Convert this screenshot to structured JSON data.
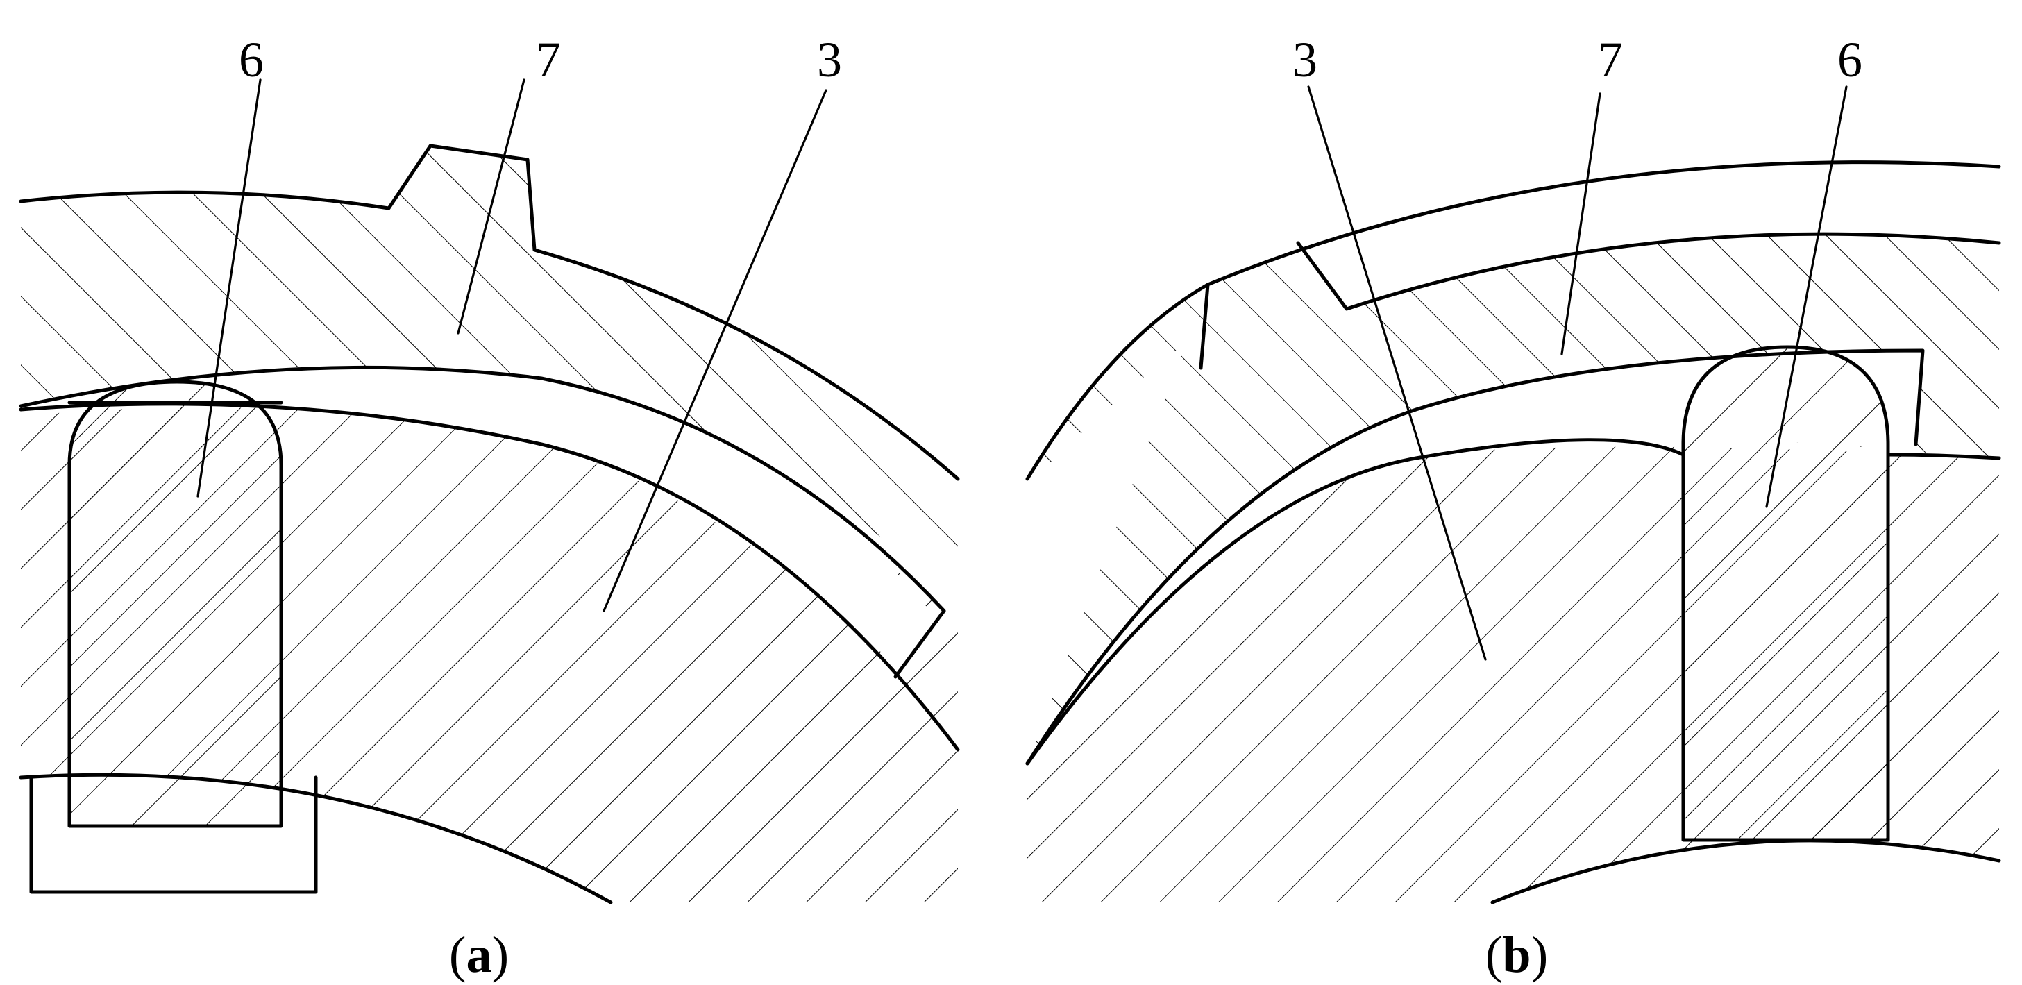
{
  "panels": [
    {
      "id": "a",
      "caption_letter": "a",
      "labels": [
        "6",
        "7",
        "3"
      ]
    },
    {
      "id": "b",
      "caption_letter": "b",
      "labels": [
        "3",
        "7",
        "6"
      ]
    }
  ]
}
